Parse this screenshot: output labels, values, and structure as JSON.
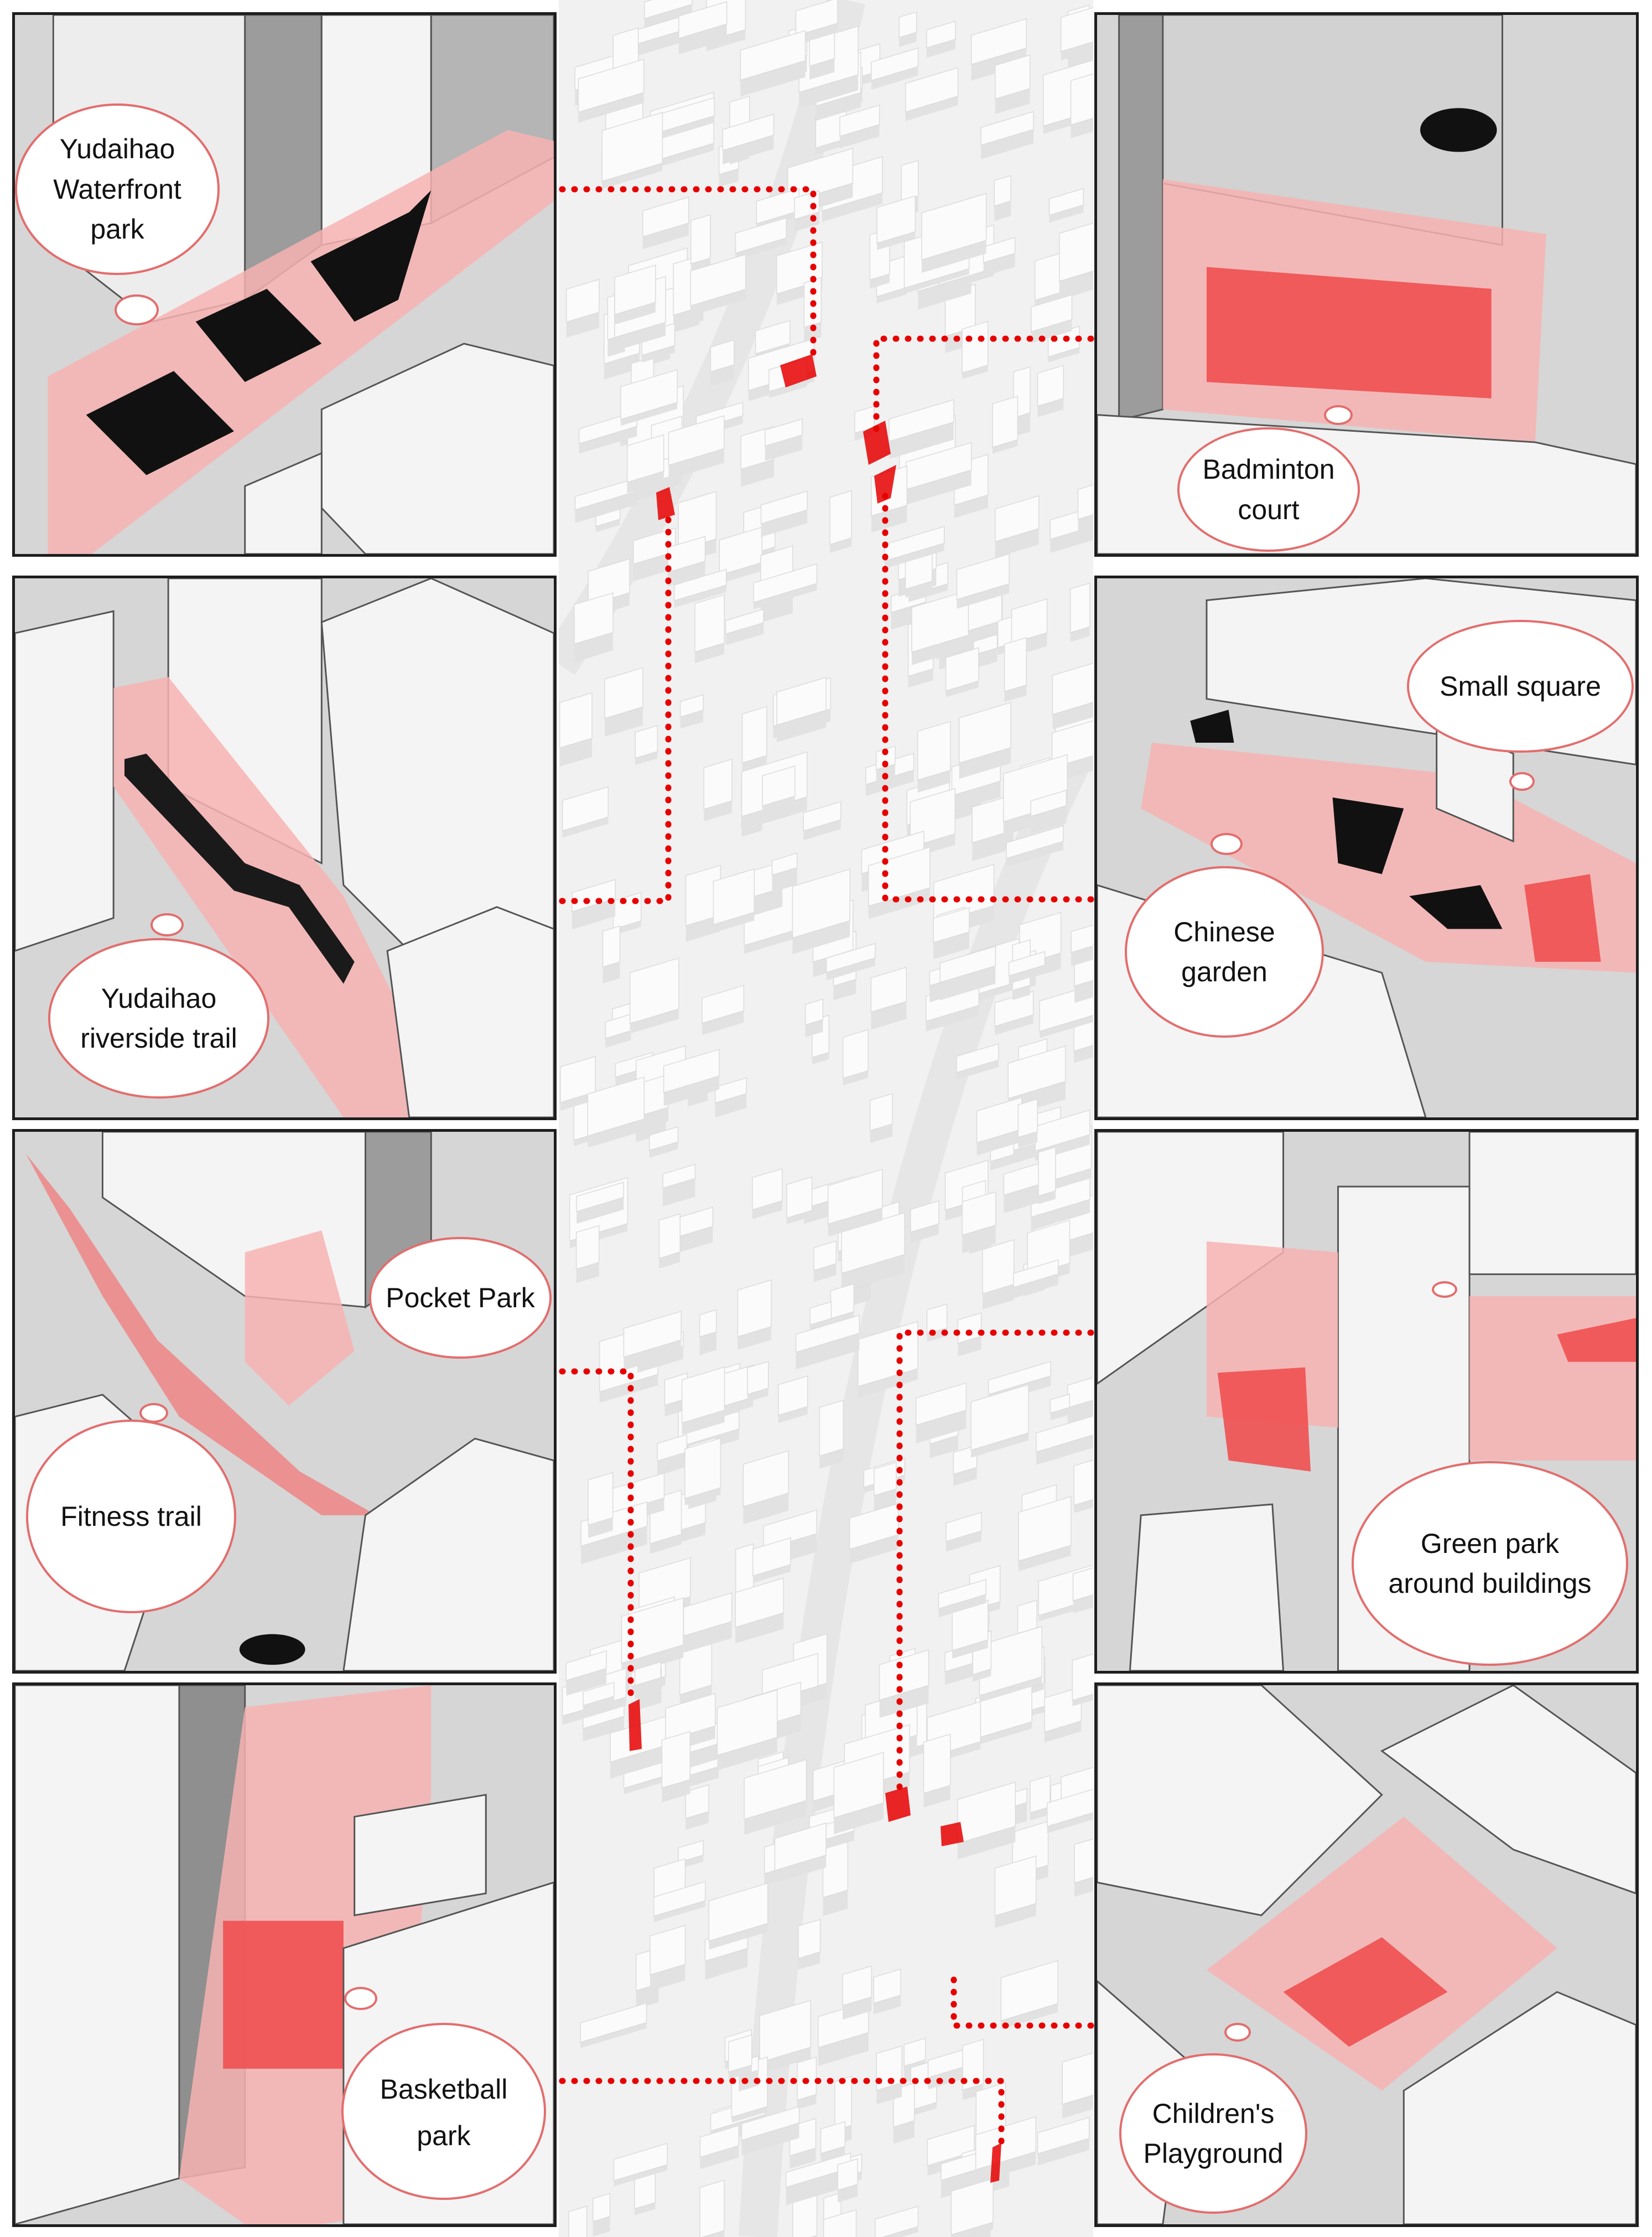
{
  "panels": [
    {
      "id": "waterfront-park",
      "label_lines": [
        "Yudaihao",
        "Waterfront",
        "park"
      ],
      "side": "left"
    },
    {
      "id": "badminton-court",
      "label_lines": [
        "Badminton",
        "court"
      ],
      "side": "right"
    },
    {
      "id": "riverside-trail",
      "label_lines": [
        "Yudaihao",
        "riverside trail"
      ],
      "side": "left"
    },
    {
      "id": "small-square",
      "label_lines": [
        "Small square"
      ],
      "side": "right"
    },
    {
      "id": "chinese-garden",
      "label_lines": [
        "Chinese",
        "garden"
      ],
      "side": "right"
    },
    {
      "id": "pocket-park",
      "label_lines": [
        "Pocket Park"
      ],
      "side": "left"
    },
    {
      "id": "fitness-trail",
      "label_lines": [
        "Fitness trail"
      ],
      "side": "left"
    },
    {
      "id": "green-park",
      "label_lines": [
        "Green park",
        "around buildings"
      ],
      "side": "right"
    },
    {
      "id": "basketball-park",
      "label_lines": [
        "Basketball",
        "park"
      ],
      "side": "left"
    },
    {
      "id": "childrens-playground",
      "label_lines": [
        "Children's",
        "Playground"
      ],
      "side": "right"
    }
  ],
  "labels": {
    "waterfront_1": "Yudaihao",
    "waterfront_2": "Waterfront",
    "waterfront_3": "park",
    "badminton_1": "Badminton",
    "badminton_2": "court",
    "riverside_1": "Yudaihao",
    "riverside_2": "riverside trail",
    "small_square": "Small square",
    "chinese_1": "Chinese",
    "chinese_2": "garden",
    "pocket_park": "Pocket Park",
    "fitness_trail": "Fitness trail",
    "green_1": "Green park",
    "green_2": "around buildings",
    "basketball_1": "Basketball",
    "basketball_2": "park",
    "children_1": "Children's",
    "children_2": "Playground"
  },
  "colors": {
    "accent_red": "#e60000",
    "highlight_pink": "#f7b3b3",
    "highlight_red": "#f05050",
    "panel_border": "#1e1e1e",
    "building_light": "#f4f4f4",
    "building_dark": "#9a9a9a",
    "ground": "#d6d6d6",
    "bubble_outline": "#e36d6d"
  }
}
